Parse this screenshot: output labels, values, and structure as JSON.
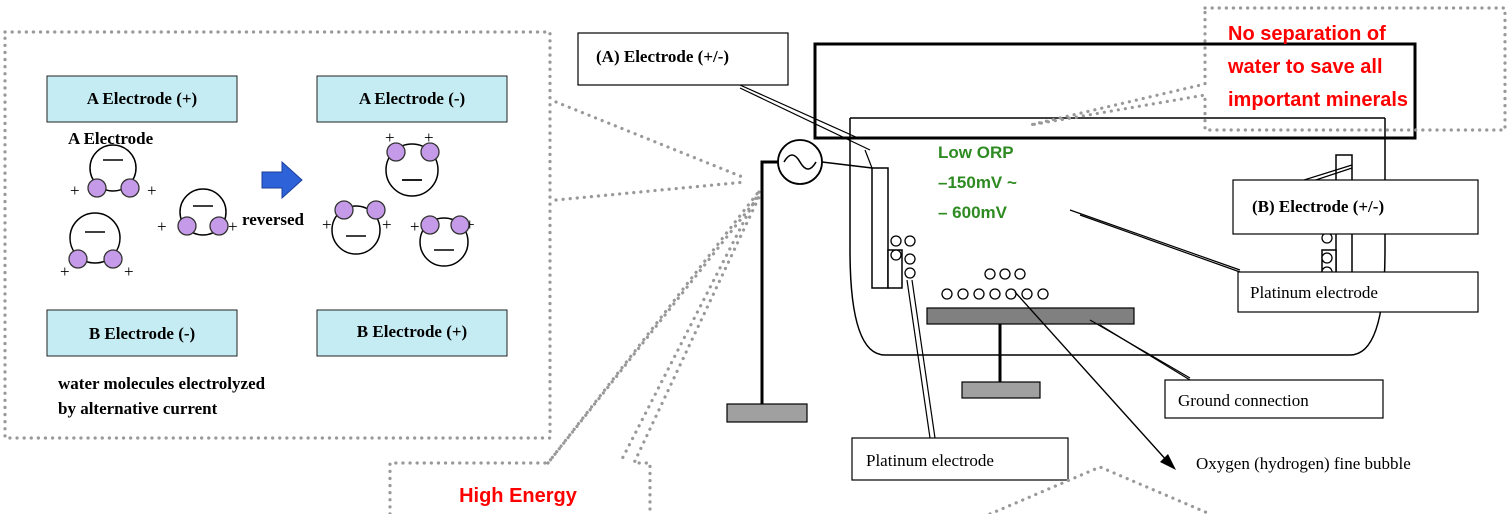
{
  "inset": {
    "a_electrode_plus": "A Electrode (+)",
    "a_electrode_minus": "A Electrode (-)",
    "a_electrode_small": "A Electrode",
    "reversed": "reversed",
    "b_electrode_minus": "B Electrode (-)",
    "b_electrode_plus": "B Electrode (+)",
    "caption_line1": "water molecules electrolyzed",
    "caption_line2": "by alternative current"
  },
  "callouts": {
    "high_energy": "High Energy",
    "no_separation_line1": "No separation of",
    "no_separation_line2": "water to save all",
    "no_separation_line3": "important minerals",
    "low_orp_line1": "Low ORP",
    "low_orp_line2": "–150mV ~",
    "low_orp_line3": "– 600mV"
  },
  "labels": {
    "electrode_a": "(A) Electrode (+/-)",
    "electrode_b": "(B) Electrode (+/-)",
    "platinum_right": "Platinum electrode",
    "platinum_bottom": "Platinum electrode",
    "ground": "Ground connection",
    "bubble": "Oxygen (hydrogen) fine bubble"
  },
  "colors": {
    "callout_red": "#ff0000",
    "orp_green": "#2e8b22",
    "inset_box": "#c6ecf3",
    "ion_purple": "#c59ae8",
    "arrow_blue": "#2e62d9"
  }
}
